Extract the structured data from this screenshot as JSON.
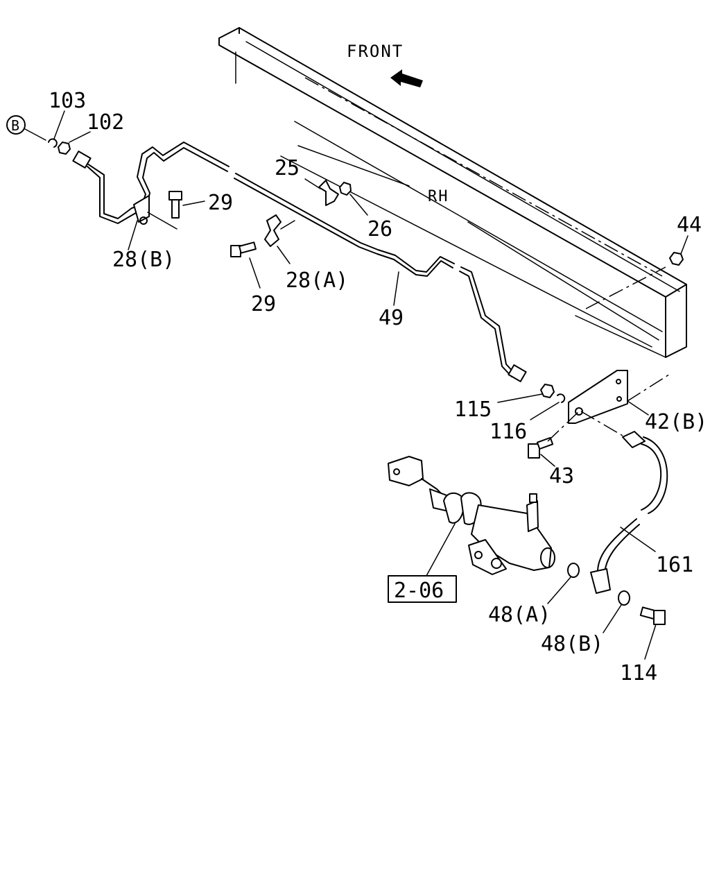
{
  "diagram": {
    "orientation_label": "FRONT",
    "side_label": "RH",
    "ref_circle": "B",
    "ref_box": "2-06",
    "callouts": {
      "c103": "103",
      "c102": "102",
      "c29a": "29",
      "c28b": "28(B)",
      "c25": "25",
      "c26": "26",
      "c28a": "28(A)",
      "c29b": "29",
      "c49": "49",
      "c44": "44",
      "c115": "115",
      "c116": "116",
      "c42b": "42(B)",
      "c43": "43",
      "c161": "161",
      "c48a": "48(A)",
      "c48b": "48(B)",
      "c114": "114"
    }
  }
}
